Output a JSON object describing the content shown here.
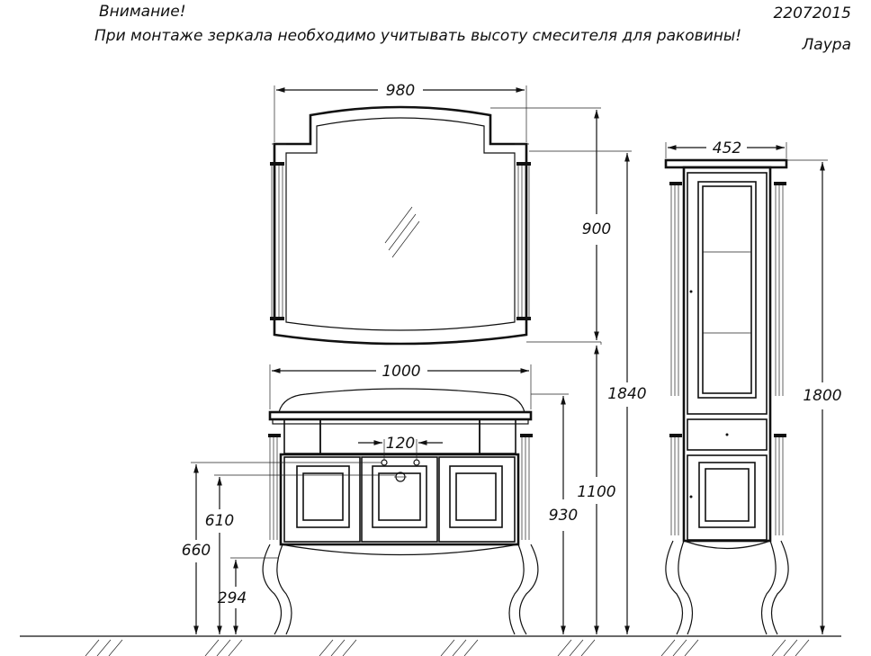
{
  "notes": {
    "attention": "Внимание!",
    "instruction": "При монтаже зеркала необходимо учитывать высоту смесителя для раковины!",
    "code": "22072015",
    "model": "Лаура"
  },
  "dimensions": {
    "mirror_width": "980",
    "mirror_height": "900",
    "mirror_mount_height": "1840",
    "cabinet_width": "1000",
    "faucet_spacing": "120",
    "cabinet_total_height": "1100",
    "cabinet_top_height": "930",
    "floor_to_hole_660": "660",
    "floor_to_drain_610": "610",
    "leg_height": "294",
    "column_width": "452",
    "column_height": "1800"
  }
}
